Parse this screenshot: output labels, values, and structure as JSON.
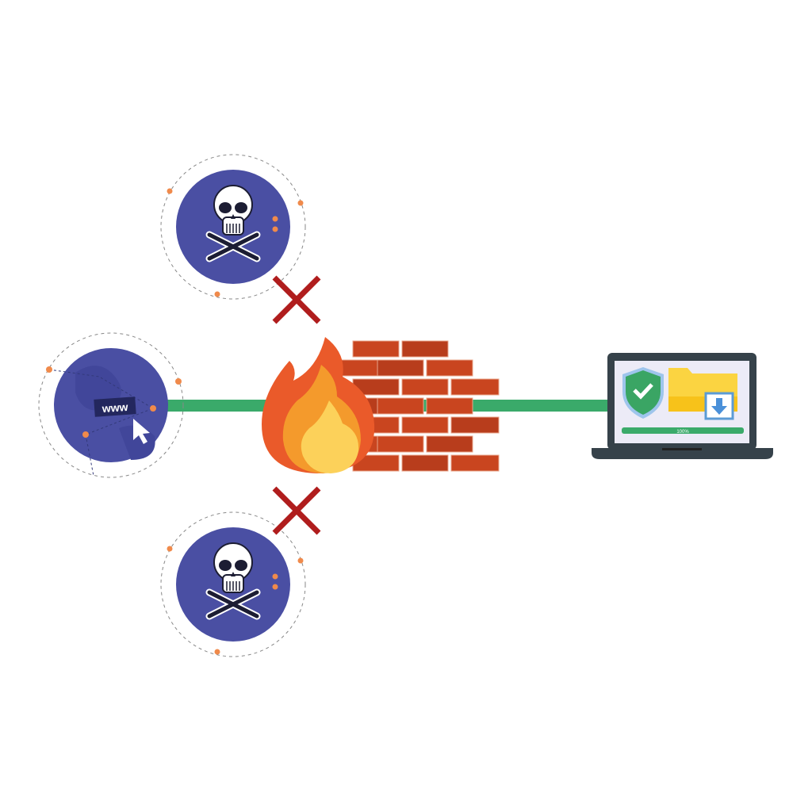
{
  "website": {
    "label": "www"
  },
  "laptop": {
    "progress_label": "100%",
    "progress": 100
  },
  "colors": {
    "globe": "#4a4fa3",
    "connection": "#3aaa6a",
    "blocked_x": "#b01d1d",
    "brick": "#c9451f",
    "laptop_frame": "#36424a",
    "screen": "#ecebf7",
    "shield": "#3aa564",
    "folder": "#fbd441"
  },
  "icons": [
    "globe-icon",
    "cursor-icon",
    "skull-crossbones-icon",
    "blocked-x-icon",
    "firewall-brick-icon",
    "fire-icon",
    "laptop-icon",
    "shield-check-icon",
    "folder-download-icon"
  ]
}
